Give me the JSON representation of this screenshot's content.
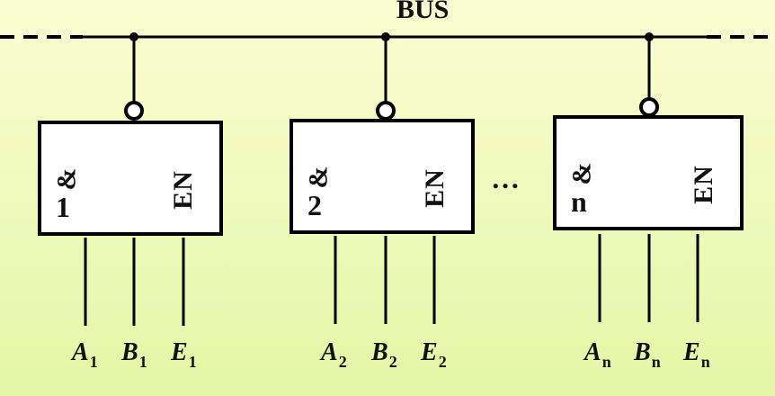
{
  "bus": {
    "title": "BUS"
  },
  "gates": [
    {
      "index": "1",
      "symbol": "&",
      "enable": "EN",
      "inputs": [
        {
          "letter": "A",
          "sub": "1"
        },
        {
          "letter": "B",
          "sub": "1"
        },
        {
          "letter": "E",
          "sub": "1"
        }
      ]
    },
    {
      "index": "2",
      "symbol": "&",
      "enable": "EN",
      "inputs": [
        {
          "letter": "A",
          "sub": "2"
        },
        {
          "letter": "B",
          "sub": "2"
        },
        {
          "letter": "E",
          "sub": "2"
        }
      ]
    },
    {
      "index": "n",
      "symbol": "&",
      "enable": "EN",
      "inputs": [
        {
          "letter": "A",
          "sub": "n"
        },
        {
          "letter": "B",
          "sub": "n"
        },
        {
          "letter": "E",
          "sub": "n"
        }
      ]
    }
  ],
  "ellipsis": "…",
  "colors": {
    "background_top": "#fafdd2",
    "background_bottom": "#e4f6a6",
    "stroke": "#000000",
    "box_fill": "#ffffff"
  }
}
